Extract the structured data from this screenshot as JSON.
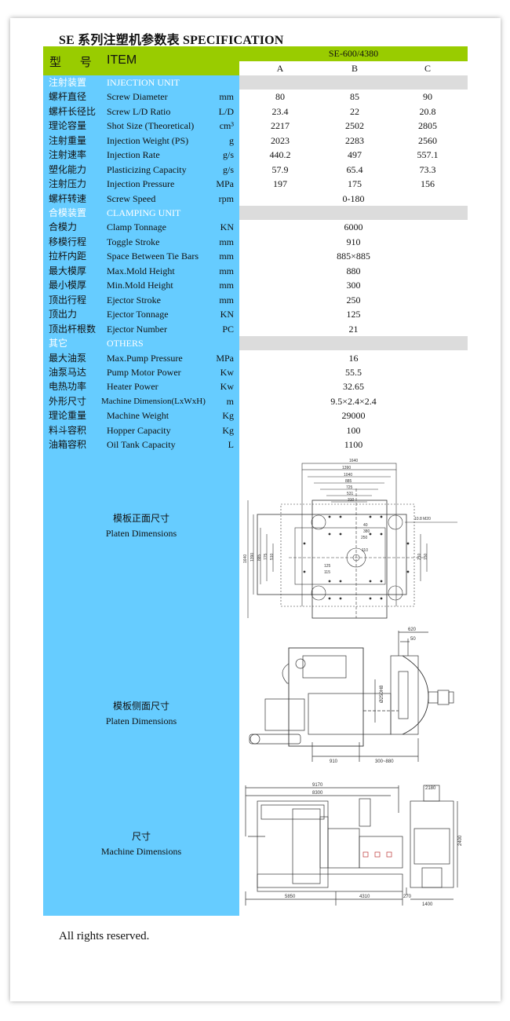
{
  "title": "SE 系列注塑机参数表 SPECIFICATION",
  "header": {
    "model_cn": "型 号",
    "item": "ITEM",
    "model": "SE-600/4380",
    "columns": [
      "A",
      "B",
      "C"
    ]
  },
  "sections": [
    {
      "cn": "注射装置",
      "en": "INJECTION UNIT",
      "rows": [
        {
          "cn": "螺杆直径",
          "en": "Screw Diameter",
          "unit": "mm",
          "values": [
            "80",
            "85",
            "90"
          ]
        },
        {
          "cn": "螺杆长径比",
          "en": "Screw L/D Ratio",
          "unit": "L/D",
          "values": [
            "23.4",
            "22",
            "20.8"
          ]
        },
        {
          "cn": "理论容量",
          "en": "Shot Size (Theoretical)",
          "unit": "cm³",
          "values": [
            "2217",
            "2502",
            "2805"
          ]
        },
        {
          "cn": "注射重量",
          "en": "Injection Weight (PS)",
          "unit": "g",
          "values": [
            "2023",
            "2283",
            "2560"
          ]
        },
        {
          "cn": "注射速率",
          "en": "Injection Rate",
          "unit": "g/s",
          "values": [
            "440.2",
            "497",
            "557.1"
          ]
        },
        {
          "cn": "塑化能力",
          "en": "Plasticizing Capacity",
          "unit": "g/s",
          "values": [
            "57.9",
            "65.4",
            "73.3"
          ]
        },
        {
          "cn": "注射压力",
          "en": "Injection Pressure",
          "unit": "MPa",
          "values": [
            "197",
            "175",
            "156"
          ]
        },
        {
          "cn": "螺杆转速",
          "en": "Screw Speed",
          "unit": "rpm",
          "value": "0-180"
        }
      ]
    },
    {
      "cn": "合模装置",
      "en": "CLAMPING UNIT",
      "rows": [
        {
          "cn": "合模力",
          "en": "Clamp Tonnage",
          "unit": "KN",
          "value": "6000"
        },
        {
          "cn": "移模行程",
          "en": "Toggle Stroke",
          "unit": "mm",
          "value": "910"
        },
        {
          "cn": "拉杆内距",
          "en": "Space Between Tie Bars",
          "unit": "mm",
          "value": "885×885"
        },
        {
          "cn": "最大模厚",
          "en": "Max.Mold Height",
          "unit": "mm",
          "value": "880"
        },
        {
          "cn": "最小模厚",
          "en": "Min.Mold Height",
          "unit": "mm",
          "value": "300"
        },
        {
          "cn": "顶出行程",
          "en": "Ejector Stroke",
          "unit": "mm",
          "value": "250"
        },
        {
          "cn": "顶出力",
          "en": "Ejector Tonnage",
          "unit": "KN",
          "value": "125"
        },
        {
          "cn": "顶出杆根数",
          "en": "Ejector Number",
          "unit": "PC",
          "value": "21"
        }
      ]
    },
    {
      "cn": "其它",
      "en": "OTHERS",
      "rows": [
        {
          "cn": "最大油泵",
          "en": "Max.Pump Pressure",
          "unit": "MPa",
          "value": "16"
        },
        {
          "cn": "油泵马达",
          "en": "Pump Motor Power",
          "unit": "Kw",
          "value": "55.5"
        },
        {
          "cn": "电热功率",
          "en": "Heater Power",
          "unit": "Kw",
          "value": "32.65"
        },
        {
          "cn": "外形尺寸",
          "en": "Machine Dimension(LxWxH)",
          "unit": "m",
          "value": "9.5×2.4×2.4"
        },
        {
          "cn": "理论重量",
          "en": "Machine Weight",
          "unit": "Kg",
          "value": "29000"
        },
        {
          "cn": "料斗容积",
          "en": "Hopper Capacity",
          "unit": "Kg",
          "value": "100"
        },
        {
          "cn": "油箱容积",
          "en": "Oil Tank Capacity",
          "unit": "L",
          "value": "1100"
        }
      ]
    }
  ],
  "drawings": {
    "platen_front": {
      "cn": "模板正面尺寸",
      "en": "Platen Dimensions",
      "dims": [
        "1640",
        "1390",
        "1040",
        "885",
        "725",
        "531",
        "310",
        "250",
        "110",
        "1640",
        "1390",
        "885",
        "775",
        "510",
        "210",
        "150",
        "125",
        "115",
        "380",
        "40",
        "10.8 M20"
      ]
    },
    "platen_side": {
      "cn": "模板侧面尺寸",
      "en": "Platen Dimensions",
      "dims": [
        "620",
        "50",
        "Ø250H8",
        "910",
        "300~880"
      ]
    },
    "machine": {
      "cn": "尺寸",
      "en": "Machine Dimensions",
      "dims": [
        "9170",
        "8300",
        "1400",
        "2180",
        "5850",
        "4310",
        "2400",
        "270"
      ]
    }
  },
  "footer": "All rights reserved."
}
